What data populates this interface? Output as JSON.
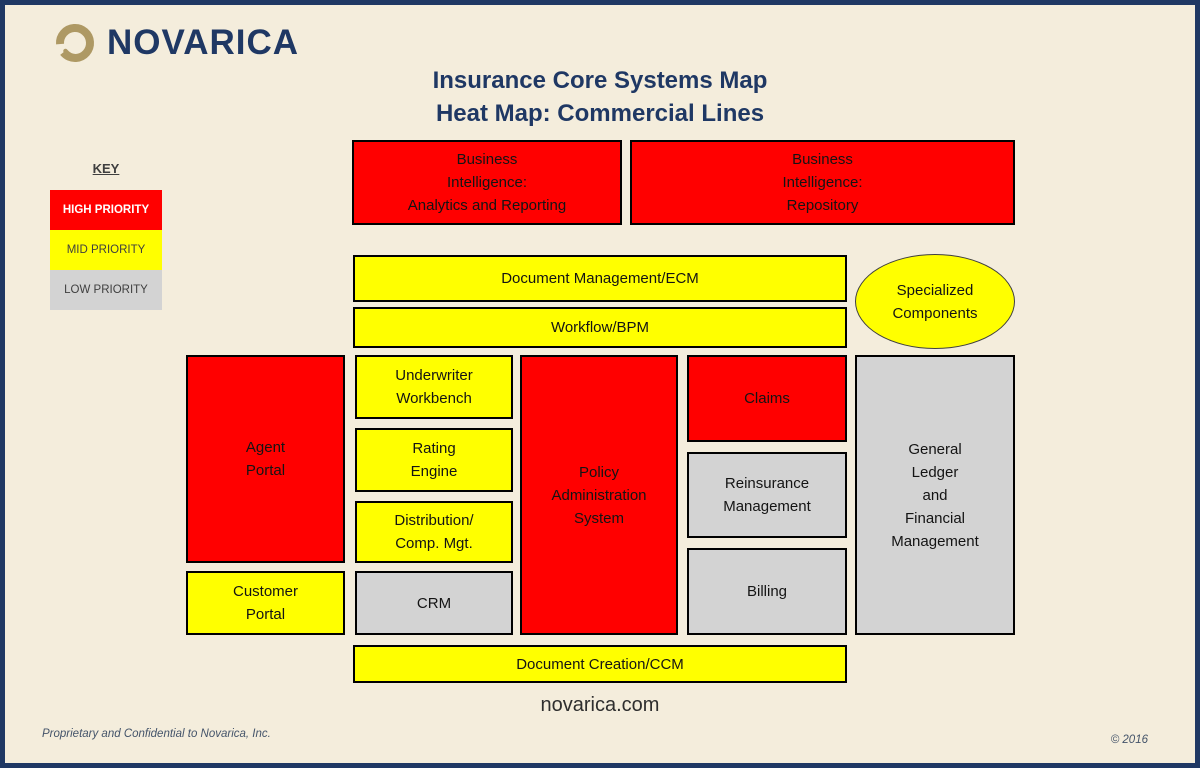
{
  "logo": {
    "text": "NOVARICA",
    "text_color": "#1F3864",
    "icon": "novarica-swirl-icon",
    "icon_color": "#AE9964"
  },
  "title": {
    "line1": "Insurance Core Systems Map",
    "line2": "Heat Map: Commercial Lines",
    "color": "#1F3864"
  },
  "key": {
    "label": "KEY",
    "items": [
      {
        "label": "HIGH PRIORITY",
        "priority": "high",
        "bg": "#FF0000",
        "text_color": "#FFFFFF"
      },
      {
        "label": "MID PRIORITY",
        "priority": "mid",
        "bg": "#FFFF00",
        "text_color": "#3F3F3F"
      },
      {
        "label": "LOW PRIORITY",
        "priority": "low",
        "bg": "#D3D3D3",
        "text_color": "#3F3F3F"
      }
    ]
  },
  "boxes": {
    "bi_analytics": {
      "label": "Business\nIntelligence:\nAnalytics and Reporting",
      "priority": "high"
    },
    "bi_repository": {
      "label": "Business\nIntelligence:\nRepository",
      "priority": "high"
    },
    "document_management": {
      "label": "Document Management/ECM",
      "priority": "mid"
    },
    "workflow": {
      "label": "Workflow/BPM",
      "priority": "mid"
    },
    "specialized_components": {
      "label": "Specialized\nComponents",
      "priority": "mid",
      "shape": "ellipse"
    },
    "agent_portal": {
      "label": "Agent\nPortal",
      "priority": "high"
    },
    "customer_portal": {
      "label": "Customer\nPortal",
      "priority": "mid"
    },
    "underwriter_workbench": {
      "label": "Underwriter\nWorkbench",
      "priority": "mid"
    },
    "rating_engine": {
      "label": "Rating\nEngine",
      "priority": "mid"
    },
    "distribution_comp_mgt": {
      "label": "Distribution/\nComp. Mgt.",
      "priority": "mid"
    },
    "crm": {
      "label": "CRM",
      "priority": "low"
    },
    "policy_administration": {
      "label": "Policy\nAdministration\nSystem",
      "priority": "high"
    },
    "claims": {
      "label": "Claims",
      "priority": "high"
    },
    "reinsurance_management": {
      "label": "Reinsurance\nManagement",
      "priority": "low"
    },
    "billing": {
      "label": "Billing",
      "priority": "low"
    },
    "general_ledger": {
      "label": "General\nLedger\nand\nFinancial\nManagement",
      "priority": "low"
    },
    "document_creation": {
      "label": "Document Creation/CCM",
      "priority": "mid"
    }
  },
  "footer": {
    "website": "novarica.com",
    "left": "Proprietary and Confidential to Novarica, Inc.",
    "right": "© 2016"
  },
  "colors": {
    "background": "#F4EDDC",
    "frame": "#1F3864",
    "high_priority": "#FF0000",
    "mid_priority": "#FFFF00",
    "low_priority": "#D3D3D3"
  }
}
